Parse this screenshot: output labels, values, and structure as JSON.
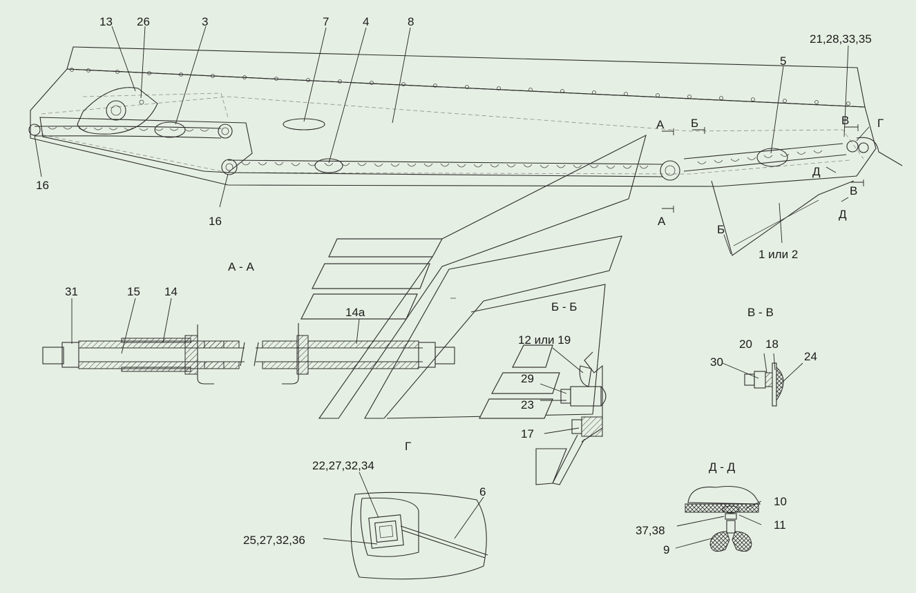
{
  "colors": {
    "background": "#e6efe3",
    "line": "#2b2b2b"
  },
  "labels": {
    "p13": "13",
    "p26": "26",
    "p3": "3",
    "p7": "7",
    "p4": "4",
    "p8": "8",
    "p5": "5",
    "p21": "21,28,33,35",
    "p16a": "16",
    "p16b": "16",
    "p1or2": "1 или 2",
    "p31": "31",
    "p15": "15",
    "p14": "14",
    "p14a": "14а",
    "p12": "12 или 19",
    "p29": "29",
    "p23": "23",
    "p17": "17",
    "p30": "30",
    "p20": "20",
    "p18": "18",
    "p24": "24",
    "p22": "22,27,32,34",
    "p25": "25,27,32,36",
    "p6": "6",
    "p10": "10",
    "p11": "11",
    "p37": "37,38",
    "p9": "9"
  },
  "markers": {
    "a_top": "А",
    "a_bot": "А",
    "b_top": "Б",
    "b_bot": "Б",
    "v_top": "В",
    "v_bot": "В",
    "g": "Г",
    "d_top": "Д",
    "d_bot": "Д"
  },
  "sections": {
    "aa": "А - А",
    "bb": "Б - Б",
    "vv": "В - В",
    "g": "Г",
    "dd": "Д - Д"
  }
}
